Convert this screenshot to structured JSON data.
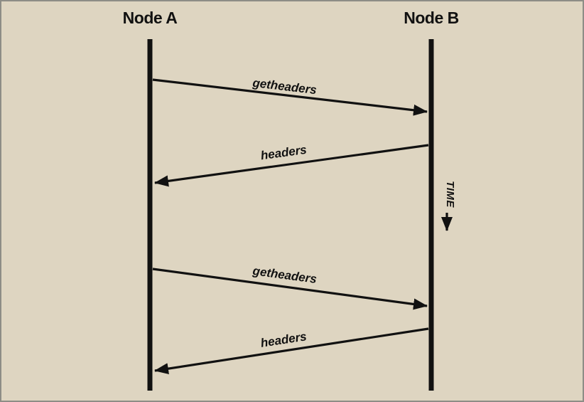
{
  "diagram": {
    "background_color": "#ded5c1",
    "border_color": "#8d8d86",
    "line_color": "#111111",
    "nodes": [
      {
        "label": "Node A"
      },
      {
        "label": "Node B"
      }
    ],
    "messages": [
      {
        "label": "getheaders",
        "from": "Node A",
        "to": "Node B"
      },
      {
        "label": "headers",
        "from": "Node B",
        "to": "Node A"
      },
      {
        "label": "getheaders",
        "from": "Node A",
        "to": "Node B"
      },
      {
        "label": "headers",
        "from": "Node B",
        "to": "Node A"
      }
    ],
    "time_label": "TIME"
  }
}
